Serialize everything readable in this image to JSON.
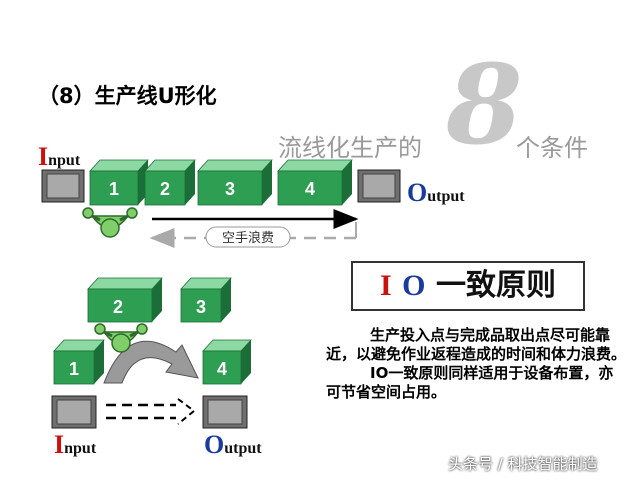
{
  "section_title": "（8）生产线U形化",
  "watermark": {
    "left_text": "流线化生产的",
    "number": "8",
    "right_text": "个条件"
  },
  "top_diagram": {
    "input_cap": "I",
    "input_rest": "nput",
    "output_cap": "O",
    "output_rest": "utput",
    "stations": [
      "1",
      "2",
      "3",
      "4"
    ],
    "idle_label": "空手浪费"
  },
  "bottom_diagram": {
    "input_cap": "I",
    "input_rest": "nput",
    "output_cap": "O",
    "output_rest": "utput",
    "stations": [
      "1",
      "2",
      "3",
      "4"
    ]
  },
  "principle": {
    "i": "I",
    "o": "O",
    "text": "一致原则"
  },
  "description": [
    "生产投入点与完成品取出点尽可能靠近，以避免作业返程造成的时间和体力浪费。",
    "IO一致原则同样适用于设备布置，亦可节省空间占用。"
  ],
  "footer": "头条号 / 科技智能制造",
  "colors": {
    "box_front": "#2e9e52",
    "box_top": "#8cd9a3",
    "box_side": "#1c6e38",
    "input_red": "#cc1010",
    "output_blue": "#1a3aa0",
    "watermark_gray": "#c8c8c8",
    "operator_green": "#7fce6a"
  }
}
